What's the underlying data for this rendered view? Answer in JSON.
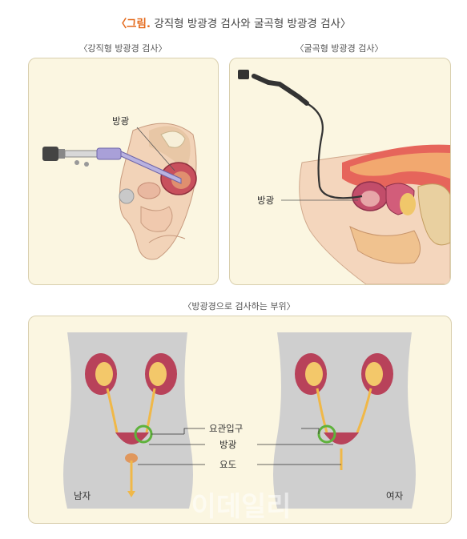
{
  "title": {
    "lead": "〈그림.",
    "rest": " 강직형 방광경 검사와 굴곡형 방광경 검사〉"
  },
  "panels": {
    "rigid": {
      "caption": "〈강직형 방광경 검사〉",
      "label": "방광"
    },
    "flexible": {
      "caption": "〈굴곡형 방광경 검사〉",
      "label": "방광"
    },
    "sites": {
      "caption": "〈방광경으로 검사하는 부위〉",
      "labels": {
        "ureter_opening": "요관입구",
        "bladder": "방광",
        "urethra": "요도"
      },
      "male": "남자",
      "female": "여자",
      "watermark": "이데일리"
    }
  },
  "colors": {
    "accent": "#e46a1c",
    "panel_bg": "#fbf6e1",
    "panel_border": "#d9cfae",
    "torso": "#cfcfcf",
    "ring": "#5fb23c",
    "tube": "#f0b848",
    "bladder": "#b8425a"
  }
}
